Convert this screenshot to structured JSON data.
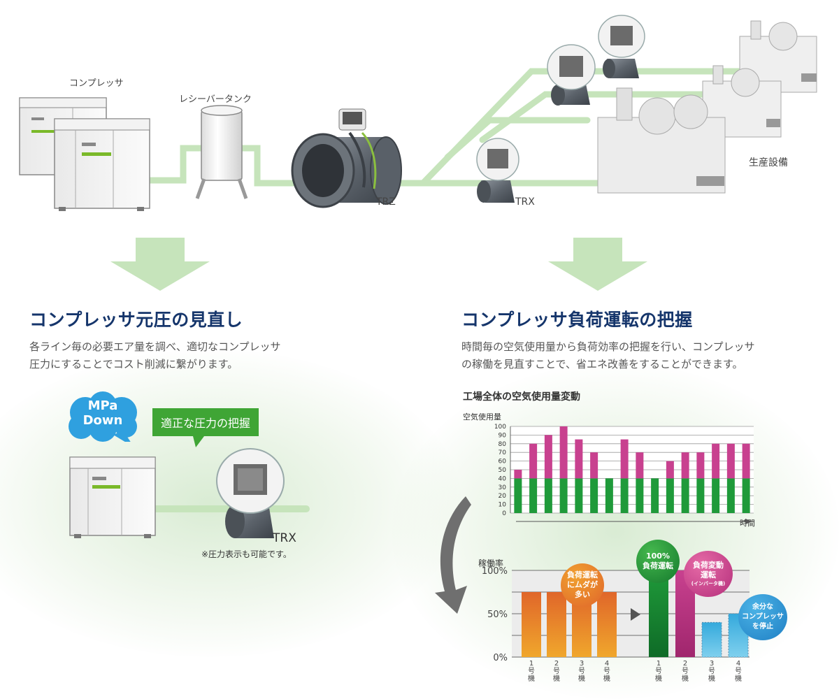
{
  "labels": {
    "compressor": "コンプレッサ",
    "receiver_tank": "レシーバータンク",
    "trz": "TRZ",
    "trx_top": "TRX",
    "production": "生産設備",
    "trx_left": "TRX",
    "pressure_note": "※圧力表示も可能です。"
  },
  "left": {
    "heading": "コンプレッサ元圧の見直し",
    "desc_lines": [
      "各ライン毎の必要エア量を調べ、適切なコンプレッサ",
      "圧力にすることでコスト削減に繋がります。"
    ],
    "cloud_lines": [
      "MPa",
      "Down"
    ],
    "callout": "適正な圧力の把握"
  },
  "right": {
    "heading": "コンプレッサ負荷運転の把握",
    "desc_lines": [
      "時間毎の空気使用量から負荷効率の把握を行い、コンプレッサ",
      "の稼働を見直すことで、省エネ改善をすることができます。"
    ]
  },
  "colors": {
    "green_line": "#c6e4bb",
    "bar_green": "#1f9a3a",
    "bar_pink": "#c8418f",
    "bar_orange": "#e0662a",
    "bar_blue": "#34a9dc",
    "heading_blue": "#15356b"
  },
  "chart_data": [
    {
      "type": "bar",
      "title": "工場全体の空気使用量変動",
      "ylabel": "空気使用量",
      "xlabel": "時間",
      "ylim": [
        0,
        100
      ],
      "yticks": [
        0,
        10,
        20,
        30,
        40,
        50,
        60,
        70,
        80,
        90,
        100
      ],
      "grid": true,
      "series": [
        {
          "values": [
            40,
            40,
            40,
            40,
            40,
            40,
            40,
            40,
            40,
            40,
            40,
            40,
            40,
            40,
            40,
            40
          ]
        },
        {
          "values": [
            10,
            40,
            50,
            60,
            45,
            30,
            0,
            45,
            30,
            0,
            20,
            30,
            30,
            40,
            40,
            40
          ]
        }
      ]
    },
    {
      "type": "bar",
      "ylabel": "稼働率",
      "yticks": [
        "0%",
        "50%",
        "100%"
      ],
      "ylim": [
        0,
        100
      ],
      "before": {
        "categories": [
          "1号機",
          "2号機",
          "3号機",
          "4号機"
        ],
        "values": [
          75,
          75,
          75,
          75
        ],
        "badge": [
          "負荷運転",
          "にムダが",
          "多い"
        ]
      },
      "after": {
        "categories": [
          "1号機",
          "2号機",
          "3号機",
          "4号機"
        ],
        "values": [
          100,
          100,
          40,
          50
        ],
        "badges": [
          [
            "100%",
            "負荷運転"
          ],
          [
            "負荷変動",
            "運転",
            "(インバータ機)"
          ],
          [
            "余分な",
            "コンプレッサ",
            "を停止"
          ]
        ]
      }
    }
  ]
}
